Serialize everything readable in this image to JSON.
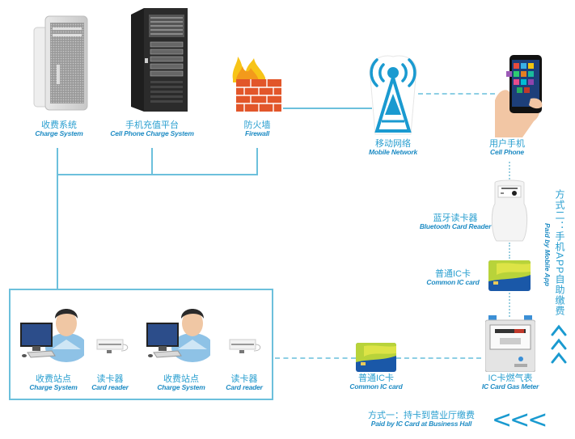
{
  "nodes": {
    "charge_system": {
      "cn": "收费系统",
      "en": "Charge System",
      "icon": "server-tower-icon"
    },
    "phone_charge_platform": {
      "cn": "手机充值平台",
      "en": "Cell Phone Charge System",
      "icon": "server-rack-icon"
    },
    "firewall": {
      "cn": "防火墙",
      "en": "Firewall",
      "icon": "firewall-icon"
    },
    "mobile_network": {
      "cn": "移动网络",
      "en": "Mobile Network",
      "icon": "cell-tower-icon"
    },
    "cell_phone": {
      "cn": "用户手机",
      "en": "Cell Phone",
      "icon": "smartphone-icon"
    },
    "bluetooth_reader": {
      "cn": "蓝牙读卡器",
      "en": "Bluetooth Card Reader",
      "icon": "bluetooth-reader-icon"
    },
    "common_ic_card_right": {
      "cn": "普通IC卡",
      "en": "Common IC card",
      "icon": "ic-card-icon"
    },
    "gas_meter": {
      "cn": "IC卡燃气表",
      "en": "IC Card Gas Meter",
      "icon": "gas-meter-icon"
    },
    "common_ic_card_bottom": {
      "cn": "普通IC卡",
      "en": "Common IC card",
      "icon": "ic-card-icon"
    },
    "station_1": {
      "cn": "收费站点",
      "en": "Charge System",
      "icon": "operator-workstation-icon"
    },
    "reader_1": {
      "cn": "读卡器",
      "en": "Card reader",
      "icon": "card-reader-icon"
    },
    "station_2": {
      "cn": "收费站点",
      "en": "Charge System",
      "icon": "operator-workstation-icon"
    },
    "reader_2": {
      "cn": "读卡器",
      "en": "Card reader",
      "icon": "card-reader-icon"
    }
  },
  "methods": {
    "method_one": {
      "cn": "方式一：持卡到营业厅缴费",
      "en": "Paid by IC Card at Business Hall",
      "arrows": "<<<"
    },
    "method_two": {
      "cn": "方式二：手机APP自助缴费",
      "en": "Paid by Mobile App",
      "arrows": "<<<"
    }
  },
  "colors": {
    "accent": "#2a9fd0",
    "line": "#6cc0dc"
  }
}
